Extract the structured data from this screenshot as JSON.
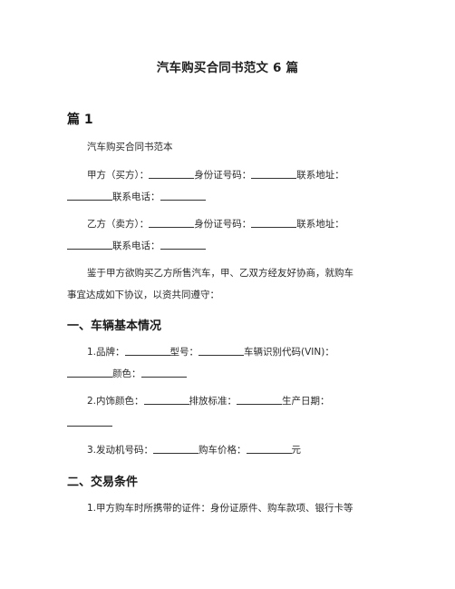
{
  "document": {
    "title": "汽车购买合同书范文 6 篇",
    "section_heading": "篇 1",
    "contract_title": "汽车购买合同书范本",
    "party_a": {
      "line1_prefix": "甲方（买方）：",
      "id_label": "身份证号码：",
      "address_label": "联系地址：",
      "phone_label": "联系电话："
    },
    "party_b": {
      "line1_prefix": "乙方（卖方）：",
      "id_label": "身份证号码：",
      "address_label": "联系地址：",
      "phone_label": "联系电话："
    },
    "intro": {
      "line1": "鉴于甲方欲购买乙方所售汽车，甲、乙双方经友好协商，就购车",
      "line2": "事宜达成如下协议，以资共同遵守："
    },
    "section1": {
      "heading": "一、车辆基本情况",
      "item1": {
        "brand_label": "1.品牌：",
        "model_label": "型号：",
        "vin_label": "车辆识别代码(VIN)：",
        "color_label": "颜色："
      },
      "item2": {
        "interior_label": "2.内饰颜色：",
        "emission_label": "排放标准：",
        "date_label": "生产日期："
      },
      "item3": {
        "engine_label": "3.发动机号码：",
        "price_label": "购车价格：",
        "unit": "元"
      }
    },
    "section2": {
      "heading": "二、交易条件",
      "item1": "1.甲方购车时所携带的证件：身份证原件、购车款项、银行卡等"
    }
  }
}
